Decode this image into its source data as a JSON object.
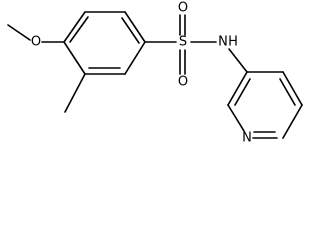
{
  "molecule": {
    "atoms": {
      "methoxy_o": "O",
      "sulfonyl_o_top": "O",
      "sulfonyl_o_bottom": "O",
      "sulfur": "S",
      "amide_n": "N",
      "amide_h": "H",
      "pyridine_n": "N"
    }
  }
}
